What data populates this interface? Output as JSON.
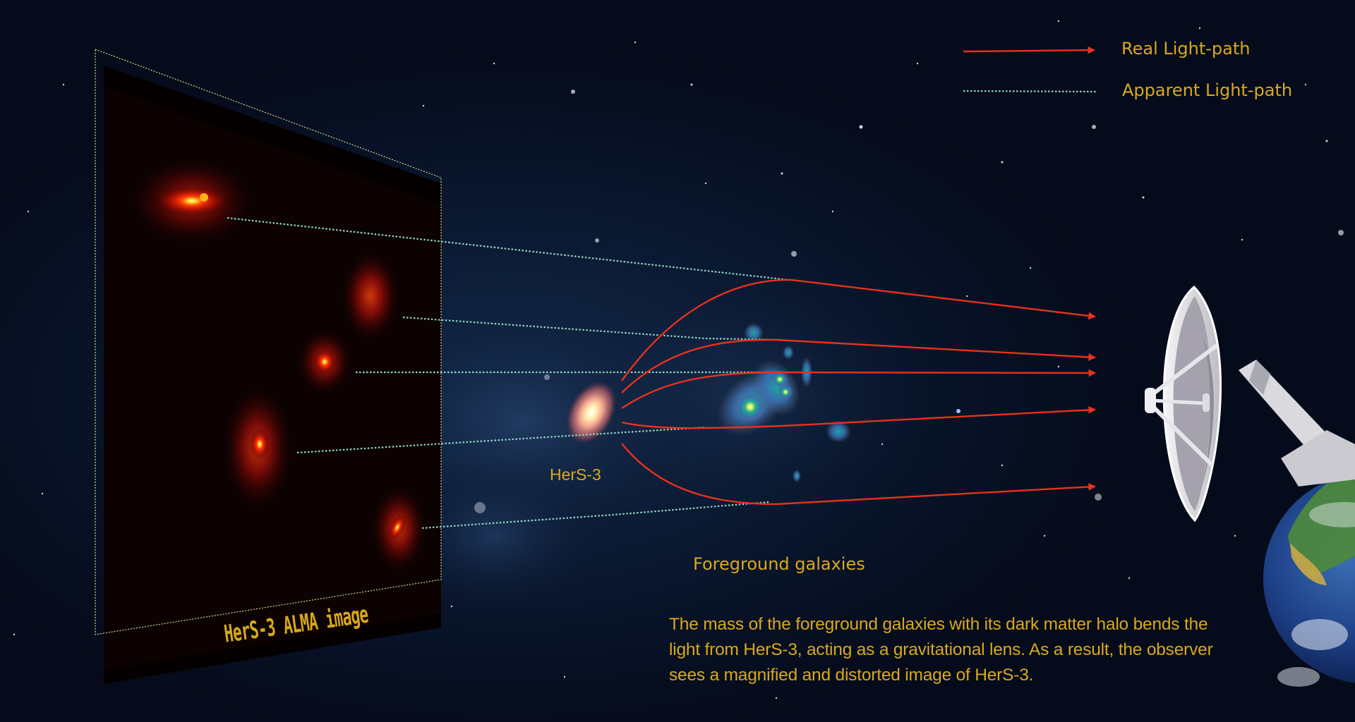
{
  "diagram": {
    "subject": "Gravitational lensing of HerS-3",
    "colors": {
      "label_text": "#d9a91c",
      "real_light_path": "#e8321c",
      "apparent_light_path": "#8fd6c4",
      "panel_border": "#d8e08a",
      "alma_panel_bg": "#0d0202",
      "space_bg": "#0a1730"
    }
  },
  "legend": {
    "items": [
      {
        "label": "Real Light-path",
        "style": "solid-red-arrow"
      },
      {
        "label": "Apparent Light-path",
        "style": "dotted-teal-line"
      }
    ]
  },
  "alma_panel": {
    "title": "HerS-3 ALMA image",
    "images_count": 5
  },
  "labels": {
    "source_galaxy": "HerS-3",
    "lens": "Foreground galaxies"
  },
  "caption": {
    "text": "The mass of the foreground galaxies with its dark matter halo bends the light from HerS-3, acting as a gravitational lens. As a result, the observer sees a magnified and distorted image of HerS-3."
  },
  "icons": {
    "observer": "radio-telescope-dish-icon",
    "earth": "earth-globe-icon"
  }
}
